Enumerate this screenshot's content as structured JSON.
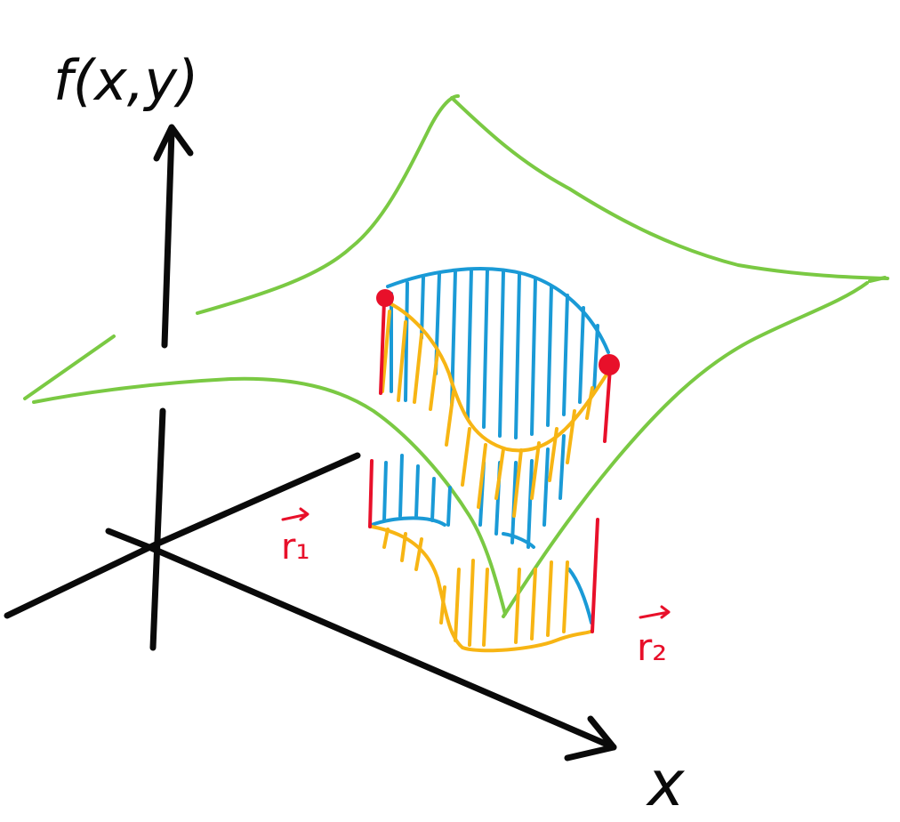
{
  "labels": {
    "z_axis": "f(x,y)",
    "x_axis": "x",
    "point_1": "r₁",
    "point_2": "r₂"
  },
  "colors": {
    "axes": "#0a0a0a",
    "surface": "#7ac943",
    "upper_curve": "#1a9ad6",
    "lower_curve": "#f7b514",
    "drop_lines": "#e8102a",
    "points": "#e8102a"
  }
}
